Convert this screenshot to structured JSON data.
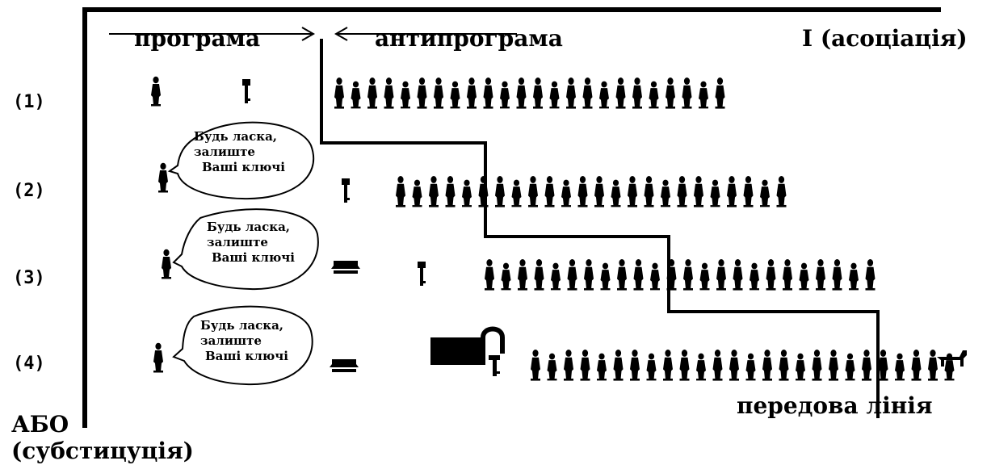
{
  "header": {
    "program": "програма",
    "antiprogram": "антипрограма",
    "and_axis": "І (асоціація)"
  },
  "axis": {
    "or_line1": "АБО",
    "or_line2": "(субстицуція)"
  },
  "front_line": "передова лінія",
  "rows": [
    {
      "label": "(1)",
      "crowd_count": 24
    },
    {
      "label": "(2)",
      "crowd_count": 24,
      "speech": [
        "Будь ласка,",
        "залиште",
        "Ваші ключі"
      ]
    },
    {
      "label": "(3)",
      "crowd_count": 24,
      "speech": [
        "Будь ласка,",
        "залиште",
        "Ваші ключі"
      ]
    },
    {
      "label": "(4)",
      "crowd_count": 26,
      "speech": [
        "Будь ласка,",
        "залиште",
        "Ваші ключі"
      ]
    }
  ],
  "icons": {
    "person": "person-icon",
    "key": "key-icon",
    "key_ring": "key-ring-icon",
    "weight": "weight-icon",
    "dog": "dog-icon"
  }
}
